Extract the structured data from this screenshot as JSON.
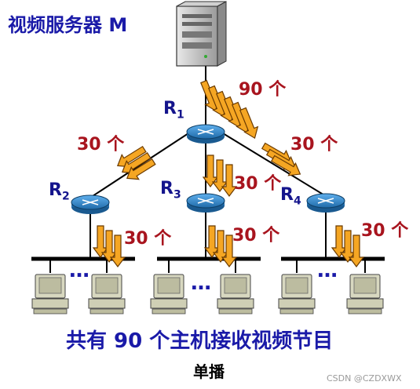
{
  "server_title": "视频服务器 M",
  "routers": [
    {
      "name": "R",
      "sub": "1"
    },
    {
      "name": "R",
      "sub": "2"
    },
    {
      "name": "R",
      "sub": "3"
    },
    {
      "name": "R",
      "sub": "4"
    }
  ],
  "flow_labels": {
    "server_to_r1": "90 个",
    "r1_to_r2": "30 个",
    "r1_to_r3": "30 个",
    "r1_to_r4": "30 个",
    "r2_to_lan": "30 个",
    "r3_to_lan": "30 个",
    "r4_to_lan": "30 个"
  },
  "ellipsis": "…",
  "caption": "共有 90 个主机接收视频节目",
  "subcaption": "单播",
  "watermark": "CSDN @CZDXWX",
  "colors": {
    "text_blue": "#1a1aa8",
    "text_red": "#a8141e",
    "arrow": "#f5a623",
    "router": "#3a8fd0"
  }
}
